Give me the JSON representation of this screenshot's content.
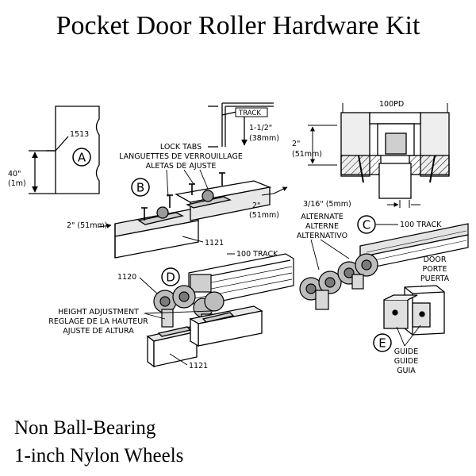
{
  "title": "Pocket Door Roller Hardware Kit",
  "footer": {
    "line1": "Non Ball-Bearing",
    "line2": "1-inch Nylon Wheels"
  },
  "diagram": {
    "callouts": {
      "a": "A",
      "b": "B",
      "c": "C",
      "d": "D",
      "e": "E"
    },
    "jamb": {
      "part_number": "1513",
      "height": "40\"",
      "height_metric": "(1m)"
    },
    "track_label": "TRACK",
    "track_dim": "1-1/2\"",
    "track_dim_metric": "(38mm)",
    "lock_tabs": {
      "en": "LOCK TABS",
      "fr": "LANGUETTES DE VERROUILLAGE",
      "es": "ALETAS DE AJUSTE"
    },
    "bracket_b": {
      "left_dim": "2\" (51mm)",
      "right_dim": "2\"",
      "right_dim_metric": "(51mm)",
      "part_number": "1121"
    },
    "pd_section": {
      "label": "100PD",
      "height": "2\"",
      "height_metric": "(51mm)",
      "gap": "3/16\" (5mm)"
    },
    "alternate": {
      "en": "ALTERNATE",
      "fr": "ALTERNE",
      "es": "ALTERNATIVO"
    },
    "track_c": "100 TRACK",
    "track_d": "100 TRACK",
    "roller_part": "1120",
    "height_adjustment": {
      "en": "HEIGHT ADJUSTMENT",
      "fr": "REGLAGE DE LA HAUTEUR",
      "es": "AJUSTE DE ALTURA"
    },
    "bracket_d_part": "1121",
    "door": {
      "en": "DOOR",
      "fr": "PORTE",
      "es": "PUERTA"
    },
    "guide": {
      "en": "GUIDE",
      "fr": "GUIDE",
      "es": "GUIA"
    }
  }
}
